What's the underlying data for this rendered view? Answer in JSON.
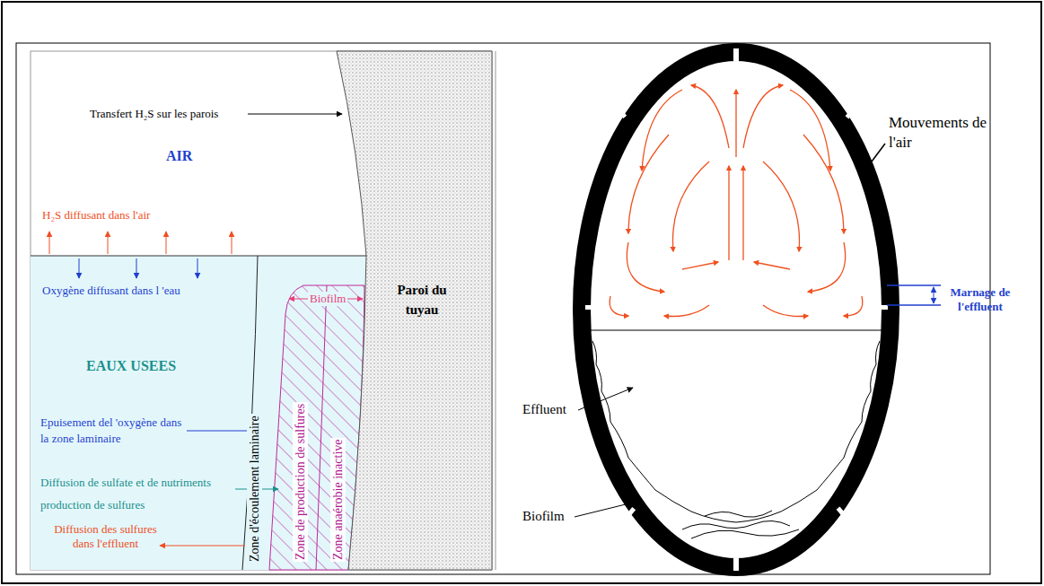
{
  "diagram": {
    "labels": [
      "Transfert H₂S sur les parois",
      "AIR",
      "H₂S diffusant dans l'air",
      "Oxygène diffusant dans l 'eau",
      "EAUX USEES",
      "Epuisement del 'oxygène dans la zone laminaire",
      "Diffusion de sulfate et de nutriments production de sulfures",
      "Diffusion des sulfures dans l'effluent",
      "Zone d'écoulement laminaire",
      "Biofilm",
      "Zone de production de sulfures",
      "Zone anaérobie inactive",
      "Paroi du tuyau",
      "Mouvements de l'air",
      "Marnage de l'effluent",
      "Effluent",
      "Biofilm"
    ]
  }
}
